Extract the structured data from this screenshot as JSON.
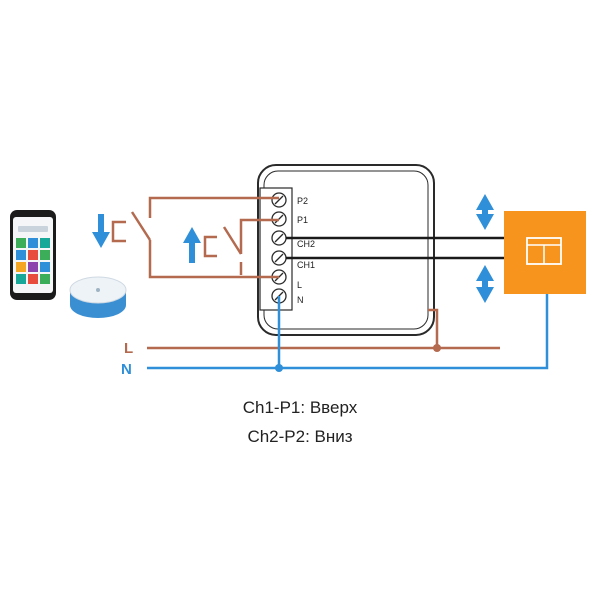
{
  "module": {
    "terminals": [
      "P2",
      "P1",
      "CH2",
      "CH1",
      "L",
      "N"
    ]
  },
  "lines": {
    "live_label": "L",
    "neutral_label": "N"
  },
  "colors": {
    "live_wire": "#b36a4f",
    "neutral_wire": "#2f8fd8",
    "motor_wire": "#1a1a1a",
    "motor_box": "#f7941d",
    "arrow": "#2f8fd8"
  },
  "legend": {
    "line1": "Ch1-P1: Вверх",
    "line2": "Ch2-P2: Вниз"
  },
  "icons": {
    "phone": "smartphone-app-icon",
    "hub": "smart-hub-icon",
    "motor": "blind-motor-icon",
    "arrow_up": "arrow-up-icon",
    "arrow_down": "arrow-down-icon"
  }
}
